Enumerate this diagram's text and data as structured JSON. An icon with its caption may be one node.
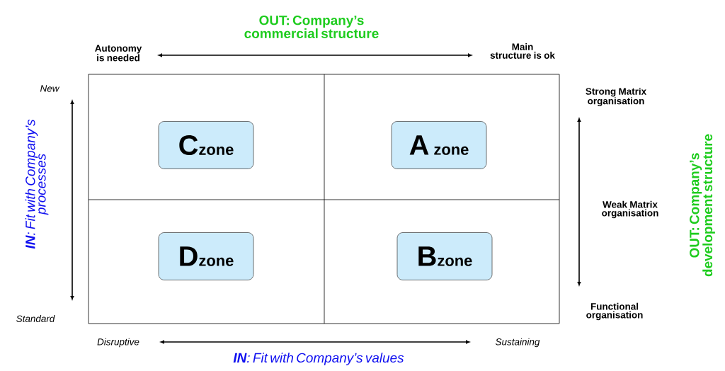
{
  "diagram": {
    "nodes": [
      {
        "text": [
          "C",
          "zone"
        ]
      },
      {
        "text": [
          "A",
          "zone"
        ]
      },
      {
        "text": [
          "D",
          "zone"
        ]
      },
      {
        "text": [
          "B",
          "zone"
        ]
      }
    ],
    "labels": [
      "OUT: Company’s commercial structure",
      "Autonomy is needed",
      "Main structure is ok",
      "New",
      "Strong Matrix organisation",
      "**IN**: Fit with Company’s processes",
      "OUT: Company’s development structure",
      "Weak Matrix organisation",
      "Standard",
      "Functional organisation",
      "Disruptive",
      "Sustaining",
      "**IN**: Fit with Company’s values"
    ]
  }
}
